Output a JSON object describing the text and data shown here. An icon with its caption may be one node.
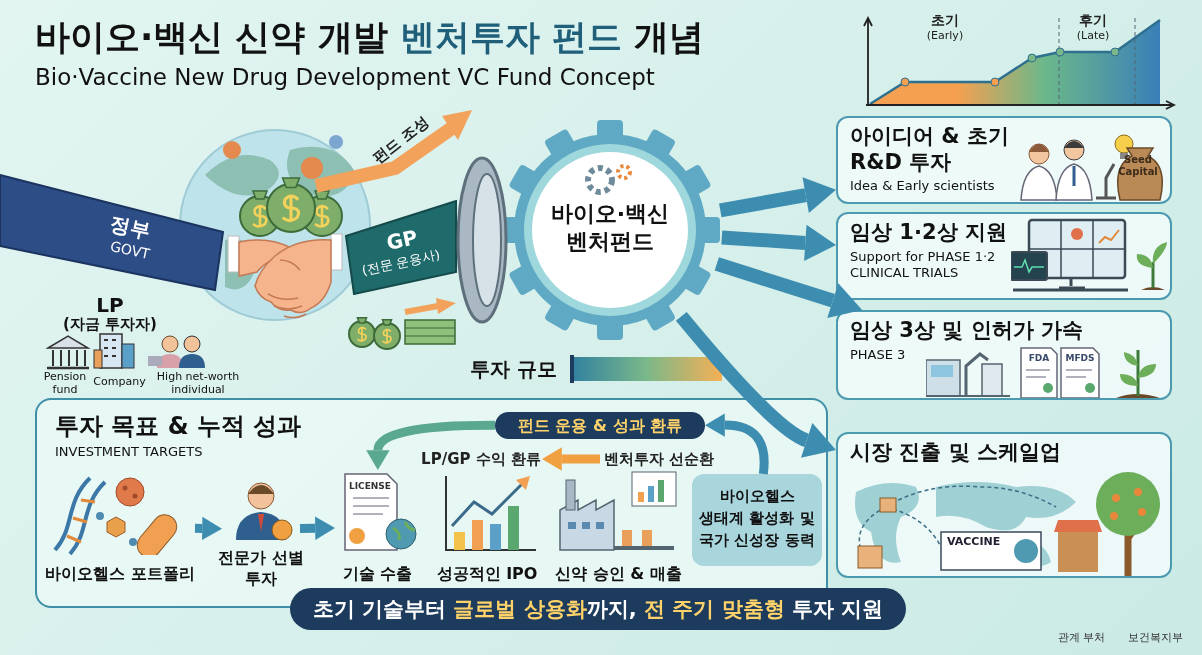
{
  "diagram": {
    "title": "바이오·백신 신약 개발 **벤처투자 펀드** 개념",
    "nodes": [
      {
        "text": [
          "정부",
          "GOVT"
        ]
      },
      {
        "text": [
          "GP",
          "(전문 운용사)"
        ]
      },
      {
        "text": [
          "바이오·백신 벤처펀드"
        ]
      },
      {
        "text": [
          "아이디어 & 초기 R&D 투자",
          "Idea & Early scientists"
        ]
      },
      {
        "text": [
          "임상 1·2상 지원",
          "Support for PHASE 1·2 CLINICAL TRIALS"
        ]
      },
      {
        "text": [
          "임상 3상 및 인허가 가속",
          "PHASE 3"
        ]
      },
      {
        "text": [
          "시장 진출 및 스케일업"
        ]
      },
      {
        "text": [
          "투자 목표 & 누적 성과",
          "INVESTMENT TARGETS"
        ]
      },
      {
        "text": [
          "바이오헬스 포트폴리"
        ],
        "in": 7
      },
      {
        "text": [
          "전문가 선별 투자"
        ],
        "in": 7
      },
      {
        "text": [
          "기술 수출"
        ],
        "in": 7
      },
      {
        "text": [
          "성공적인 IPO"
        ],
        "in": 7
      },
      {
        "text": [
          "신약 승인 & 매출"
        ],
        "in": 7
      },
      {
        "text": [
          "펀드 운용 & 성과 환류"
        ],
        "in": 7
      },
      {
        "text": [
          "LP/GP 수익 환류"
        ],
        "in": 7
      },
      {
        "text": [
          "벤처투자 선순환"
        ],
        "in": 7
      },
      {
        "text": [
          "바이오헬스 생태계 활성화 및 국가 신성장 동력"
        ],
        "in": 7
      },
      {
        "text": [
          "초기 기술부터 **글로벌 상용화**까지, **전 주기 맞춤형** 투자 지원"
        ]
      }
    ],
    "edges": [
      {
        "from": 2,
        "to": 3,
        "arrow": "to"
      },
      {
        "from": 2,
        "to": 4,
        "arrow": "to"
      },
      {
        "from": 2,
        "to": 5,
        "arrow": "to"
      },
      {
        "from": 2,
        "to": 6,
        "arrow": "to"
      },
      {
        "from": 8,
        "to": 9,
        "arrow": "to"
      },
      {
        "from": 9,
        "to": 10,
        "arrow": "to"
      },
      {
        "from": 16,
        "to": 13,
        "arrow": "to"
      },
      {
        "from": 13,
        "to": 10,
        "arrow": "to",
        "color": "#5aa890"
      },
      {
        "from": 15,
        "to": 14,
        "arrow": "to",
        "color": "#f0a040"
      }
    ],
    "labels": [
      "Bio·Vaccine New Drug Development VC Fund Concept",
      "초기",
      "(Early)",
      "후기",
      "(Late)",
      "펀드 조성",
      "LP",
      "(자금 투자자)",
      "Pension fund",
      "Company",
      "High net-worth individual",
      "Seed Capital",
      "투자 규모",
      "FDA",
      "MFDS",
      "LICENSE",
      "VACCINE",
      "관계 부처",
      "보건복지부"
    ]
  }
}
